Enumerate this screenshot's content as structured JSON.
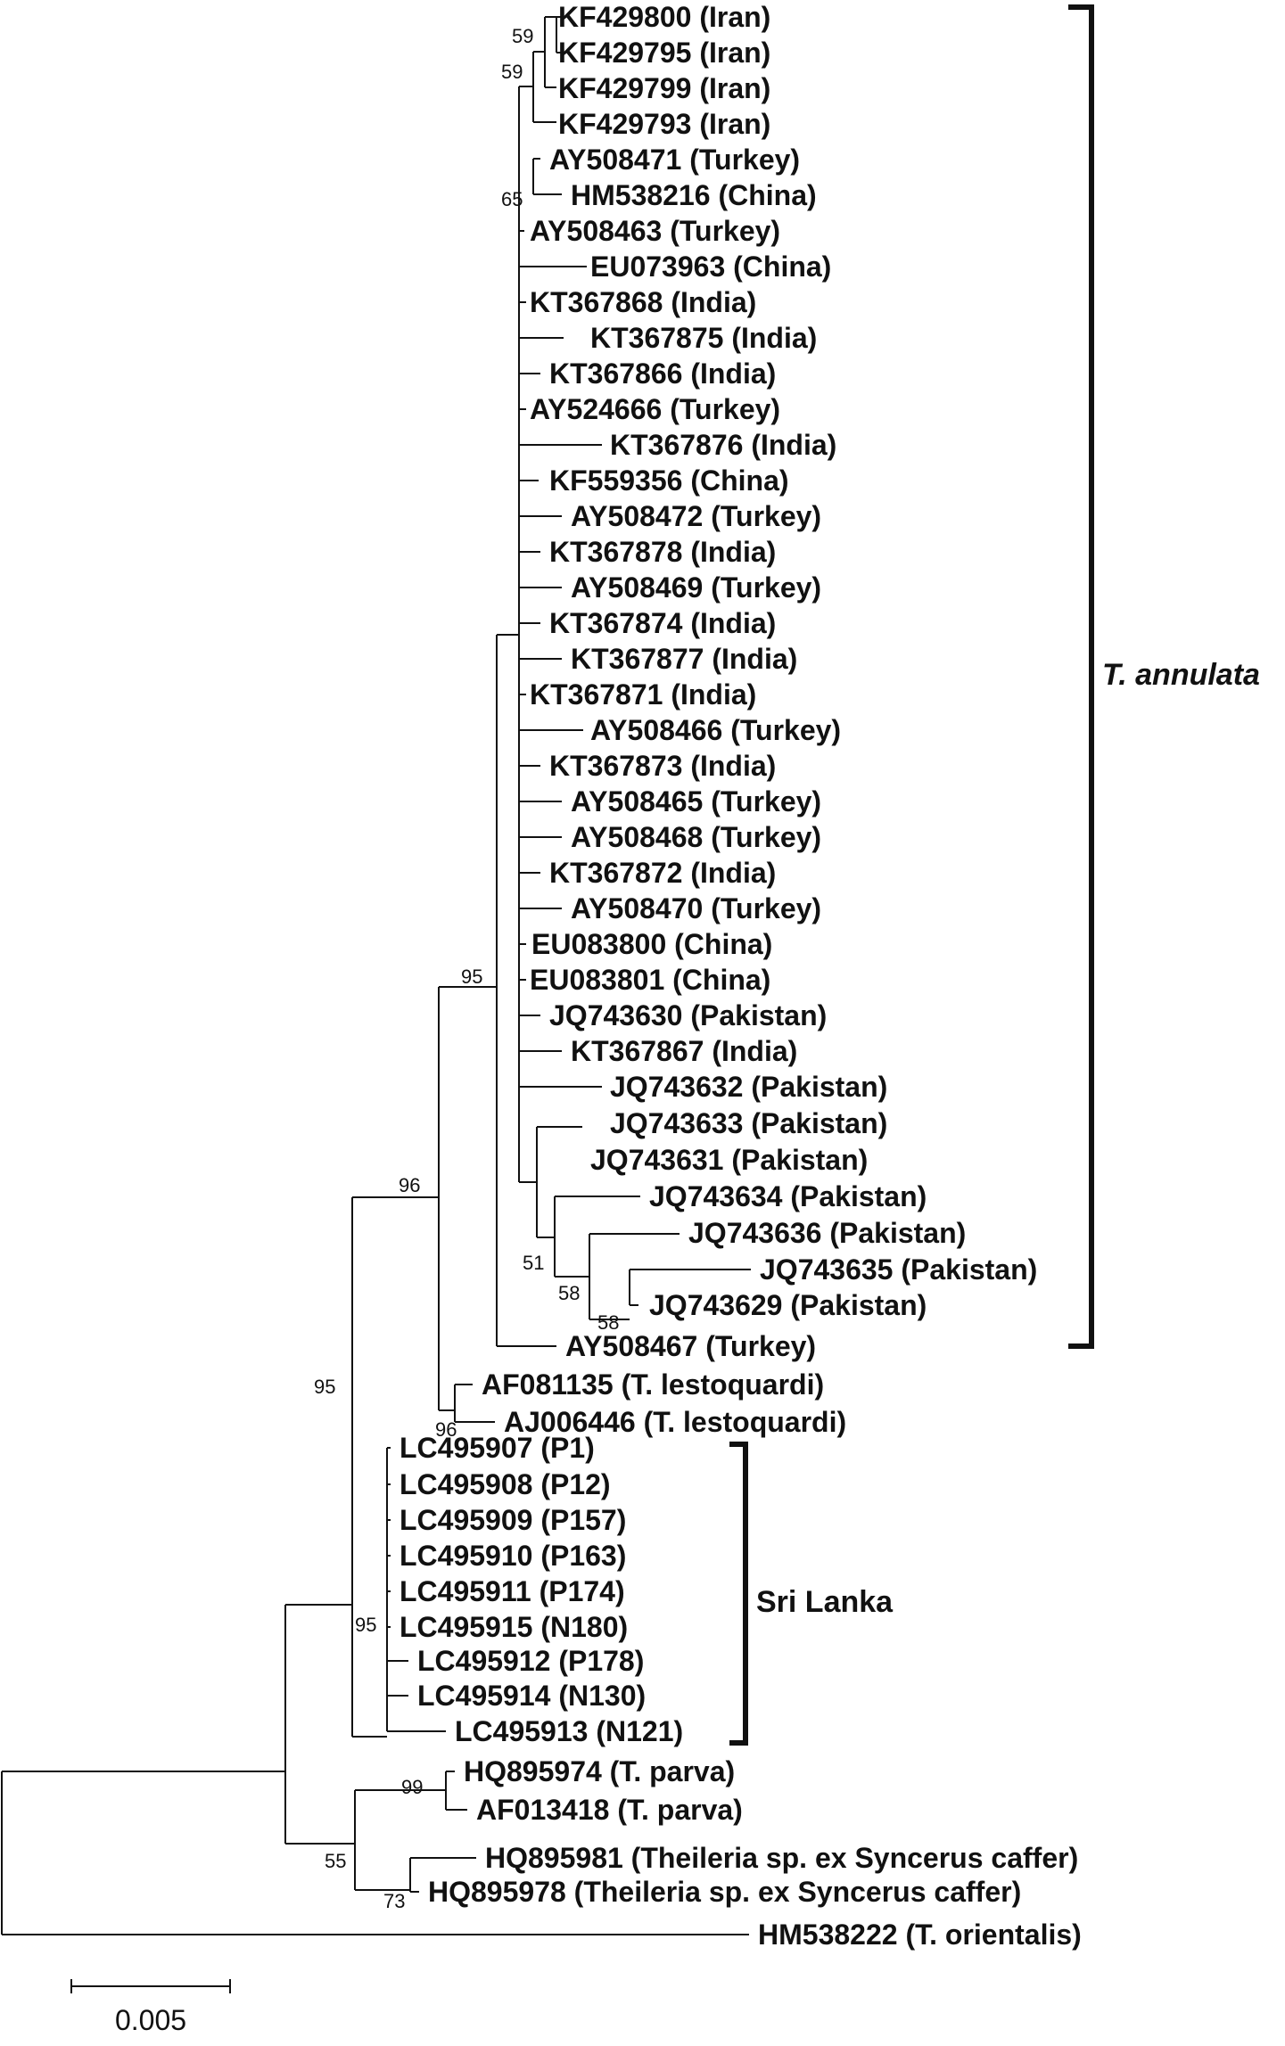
{
  "taxa": [
    "KF429800 (Iran)",
    "KF429795 (Iran)",
    "KF429799 (Iran)",
    "KF429793 (Iran)",
    "AY508471 (Turkey)",
    "HM538216 (China)",
    "AY508463 (Turkey)",
    "EU073963 (China)",
    "KT367868 (India)",
    "KT367875 (India)",
    "KT367866 (India)",
    "AY524666 (Turkey)",
    "KT367876 (India)",
    "KF559356 (China)",
    "AY508472 (Turkey)",
    "KT367878 (India)",
    "AY508469 (Turkey)",
    "KT367874 (India)",
    "KT367877 (India)",
    "KT367871 (India)",
    "AY508466 (Turkey)",
    "KT367873 (India)",
    "AY508465 (Turkey)",
    "AY508468 (Turkey)",
    "KT367872 (India)",
    "AY508470 (Turkey)",
    "EU083800 (China)",
    "EU083801 (China)",
    "JQ743630 (Pakistan)",
    "KT367867 (India)",
    "JQ743632 (Pakistan)",
    "JQ743633 (Pakistan)",
    "JQ743631 (Pakistan)",
    "JQ743634 (Pakistan)",
    "JQ743636 (Pakistan)",
    "JQ743635 (Pakistan)",
    "JQ743629 (Pakistan)",
    "AY508467 (Turkey)",
    "AF081135 (T. lestoquardi)",
    "AJ006446 (T. lestoquardi)",
    "LC495907 (P1)",
    "LC495908 (P12)",
    "LC495909 (P157)",
    "LC495910 (P163)",
    "LC495911 (P174)",
    "LC495915 (N180)",
    "LC495912 (P178)",
    "LC495914 (N130)",
    "LC495913 (N121)",
    "HQ895974 (T. parva)",
    "AF013418 (T. parva)",
    "HQ895981 (Theileria sp. ex Syncerus caffer)",
    "HQ895978 (Theileria sp. ex Syncerus caffer)",
    "HM538222 (T. orientalis)"
  ],
  "bootstrap": [
    "59",
    "59",
    "65",
    "95",
    "96",
    "51",
    "58",
    "58",
    "96",
    "95",
    "95",
    "99",
    "55",
    "73"
  ],
  "clades": {
    "annulata": "T. annulata",
    "srilanka": "Sri Lanka"
  },
  "scale_bar": {
    "label": "0.005"
  }
}
